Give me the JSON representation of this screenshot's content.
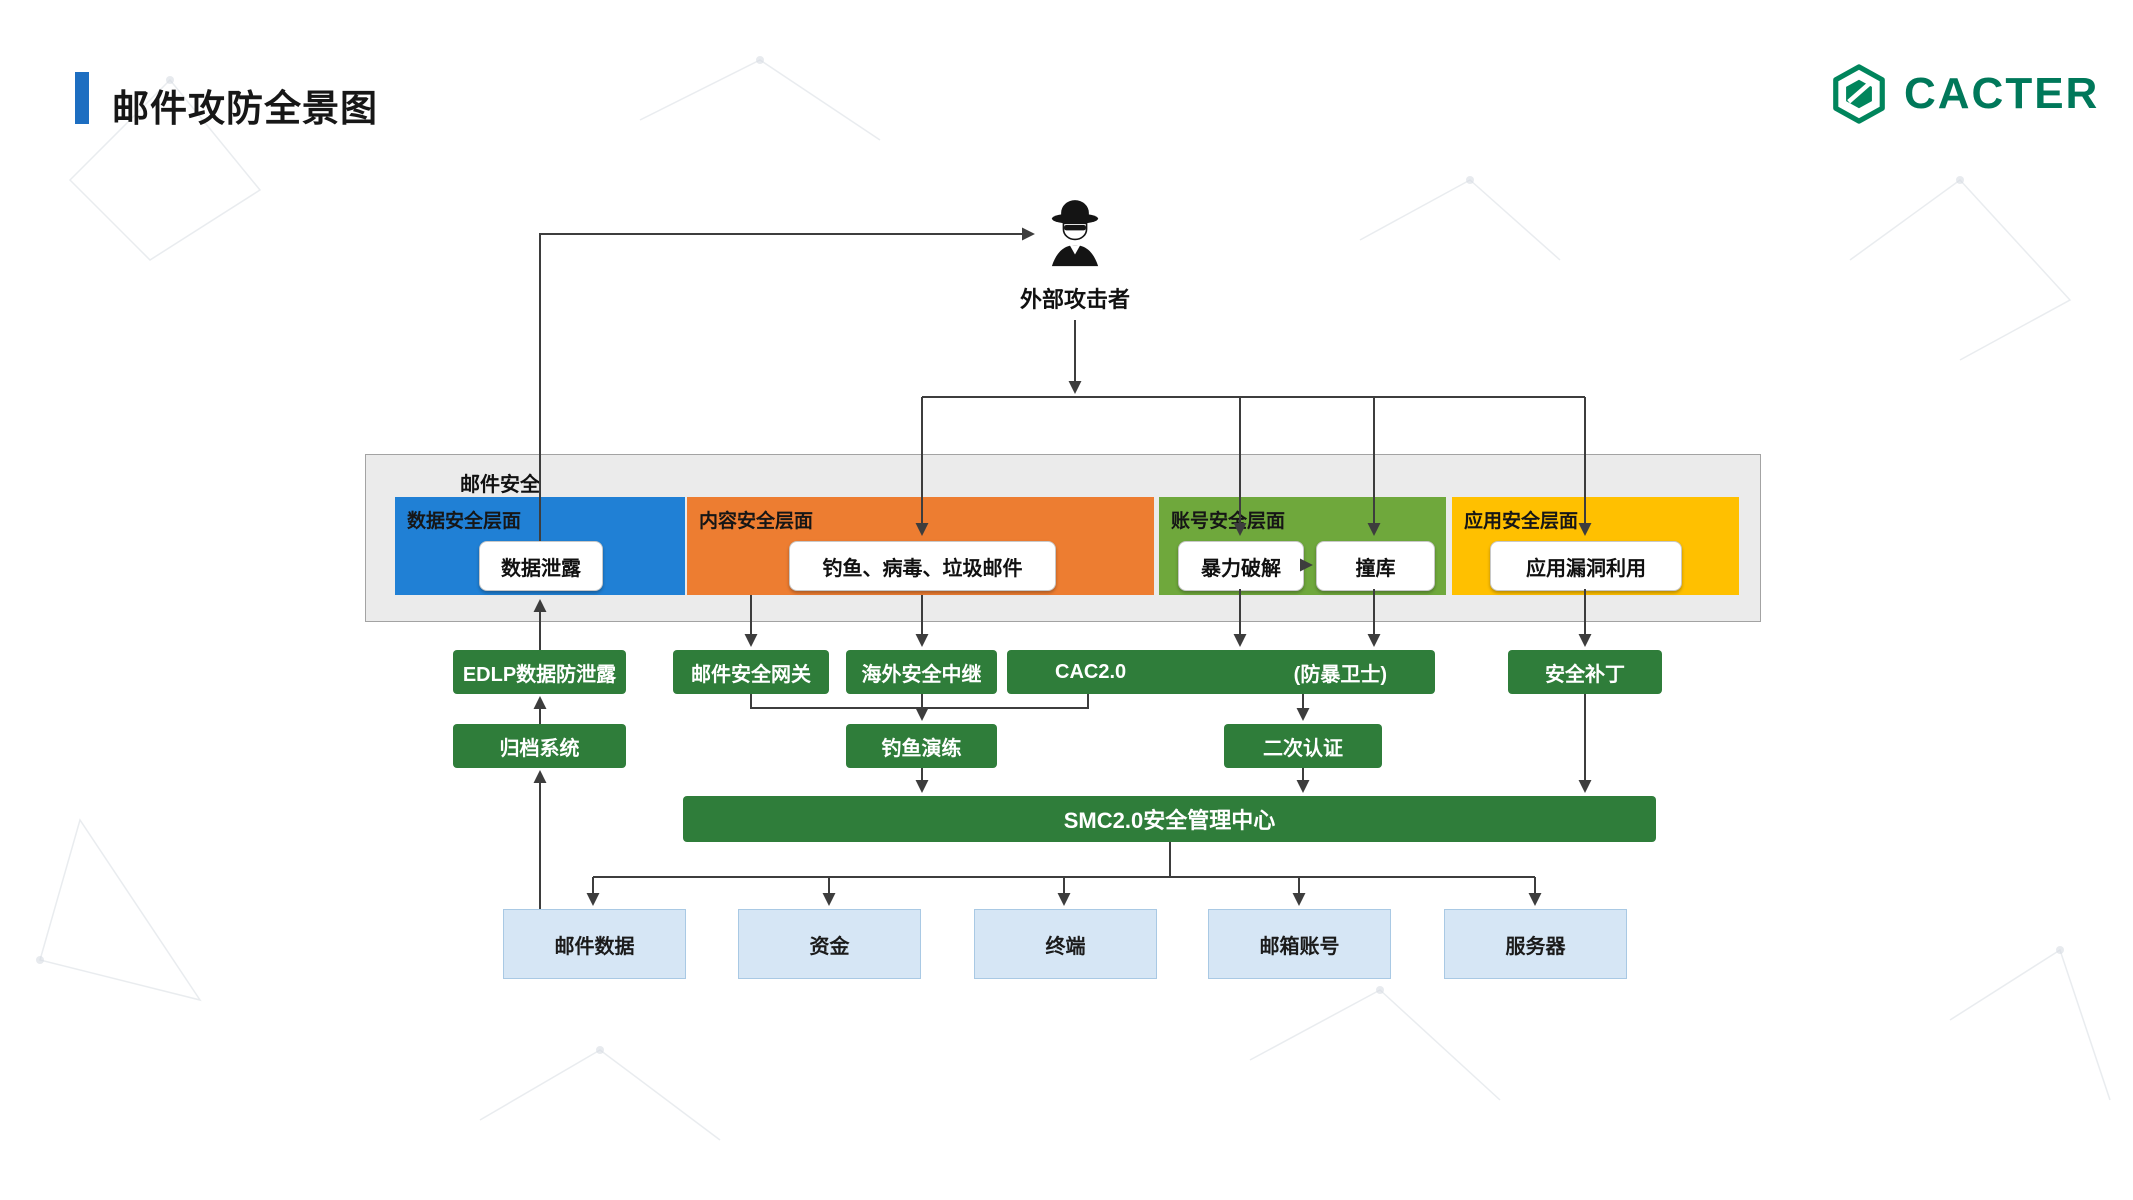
{
  "page": {
    "title": "邮件攻防全景图"
  },
  "brand": {
    "name": "CACTER",
    "color": "#00785A"
  },
  "attacker": {
    "label": "外部攻击者"
  },
  "email_security": {
    "label": "邮件安全"
  },
  "layers": [
    {
      "label": "数据安全层面",
      "color": "#2080D5",
      "threats": [
        "数据泄露"
      ]
    },
    {
      "label": "内容安全层面",
      "color": "#ED7D31",
      "threats": [
        "钓鱼、病毒、垃圾邮件"
      ]
    },
    {
      "label": "账号安全层面",
      "color": "#6FA83C",
      "threats": [
        "暴力破解",
        "撞库"
      ]
    },
    {
      "label": "应用安全层面",
      "color": "#FFC000",
      "threats": [
        "应用漏洞利用"
      ]
    }
  ],
  "defenses": {
    "color": "#2F7D3A",
    "edlp": "EDLP数据防泄露",
    "gateway": "邮件安全网关",
    "relay": "海外安全中继",
    "cac": "CAC2.0",
    "cac_note": "(防暴卫士)",
    "patch": "安全补丁",
    "archive": "归档系统",
    "drill": "钓鱼演练",
    "two_factor": "二次认证",
    "smc": "SMC2.0安全管理中心"
  },
  "assets": {
    "color": "#D6E6F5",
    "items": [
      "邮件数据",
      "资金",
      "终端",
      "邮箱账号",
      "服务器"
    ]
  }
}
